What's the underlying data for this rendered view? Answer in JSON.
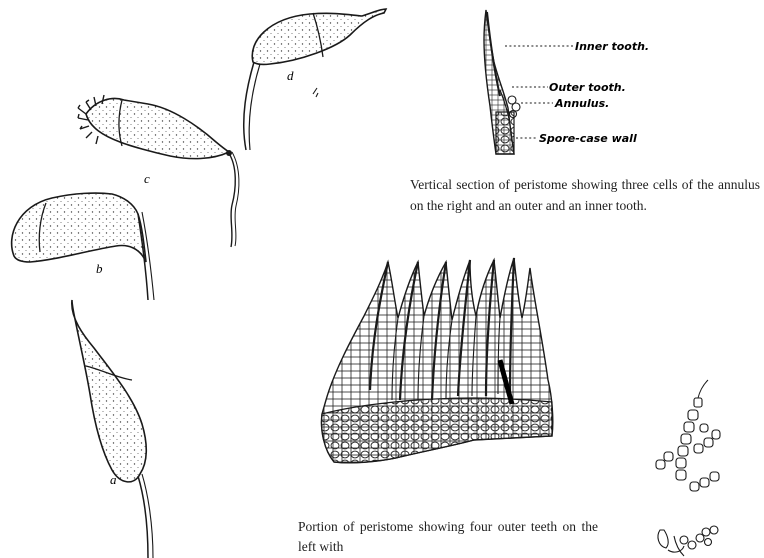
{
  "figure_labels": {
    "a": "a",
    "b": "b",
    "c": "c",
    "d": "d"
  },
  "section_callouts": {
    "inner_tooth": "Inner tooth.",
    "outer_tooth": "Outer tooth.",
    "annulus": "Annulus.",
    "spore_case_wall": "Spore-case wall"
  },
  "captions": {
    "vertical_section": "Vertical section of peristome showing three cells of the annulus on the right and an outer and an inner tooth.",
    "peristome_portion": "Portion of peristome showing four outer teeth on the left with"
  }
}
